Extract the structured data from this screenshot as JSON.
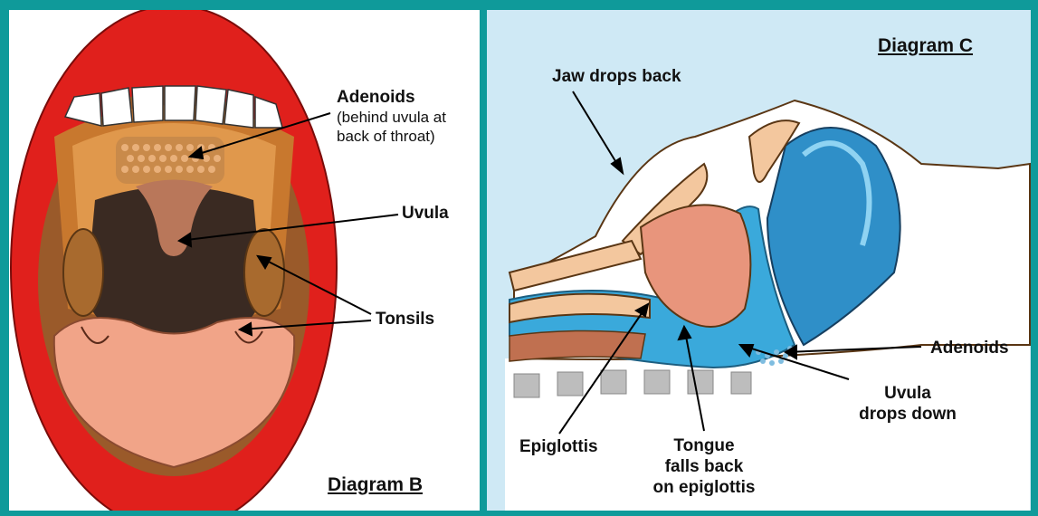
{
  "diagram_b": {
    "title": "Diagram B",
    "labels": {
      "adenoids": "Adenoids",
      "adenoids_note_1": "(behind uvula at",
      "adenoids_note_2": "back of throat)",
      "uvula": "Uvula",
      "tonsils": "Tonsils"
    }
  },
  "diagram_c": {
    "title": "Diagram C",
    "labels": {
      "jaw": "Jaw drops back",
      "adenoids": "Adenoids",
      "uvula_1": "Uvula",
      "uvula_2": "drops down",
      "epiglottis": "Epiglottis",
      "tongue_1": "Tongue",
      "tongue_2": "falls back",
      "tongue_3": "on epiglottis"
    }
  },
  "colors": {
    "frame": "#0f9a9a",
    "lips": "#e0201c",
    "background_c": "#cfe9f5",
    "airway_blue": "#3aa9db",
    "tongue": "#e8957c"
  }
}
